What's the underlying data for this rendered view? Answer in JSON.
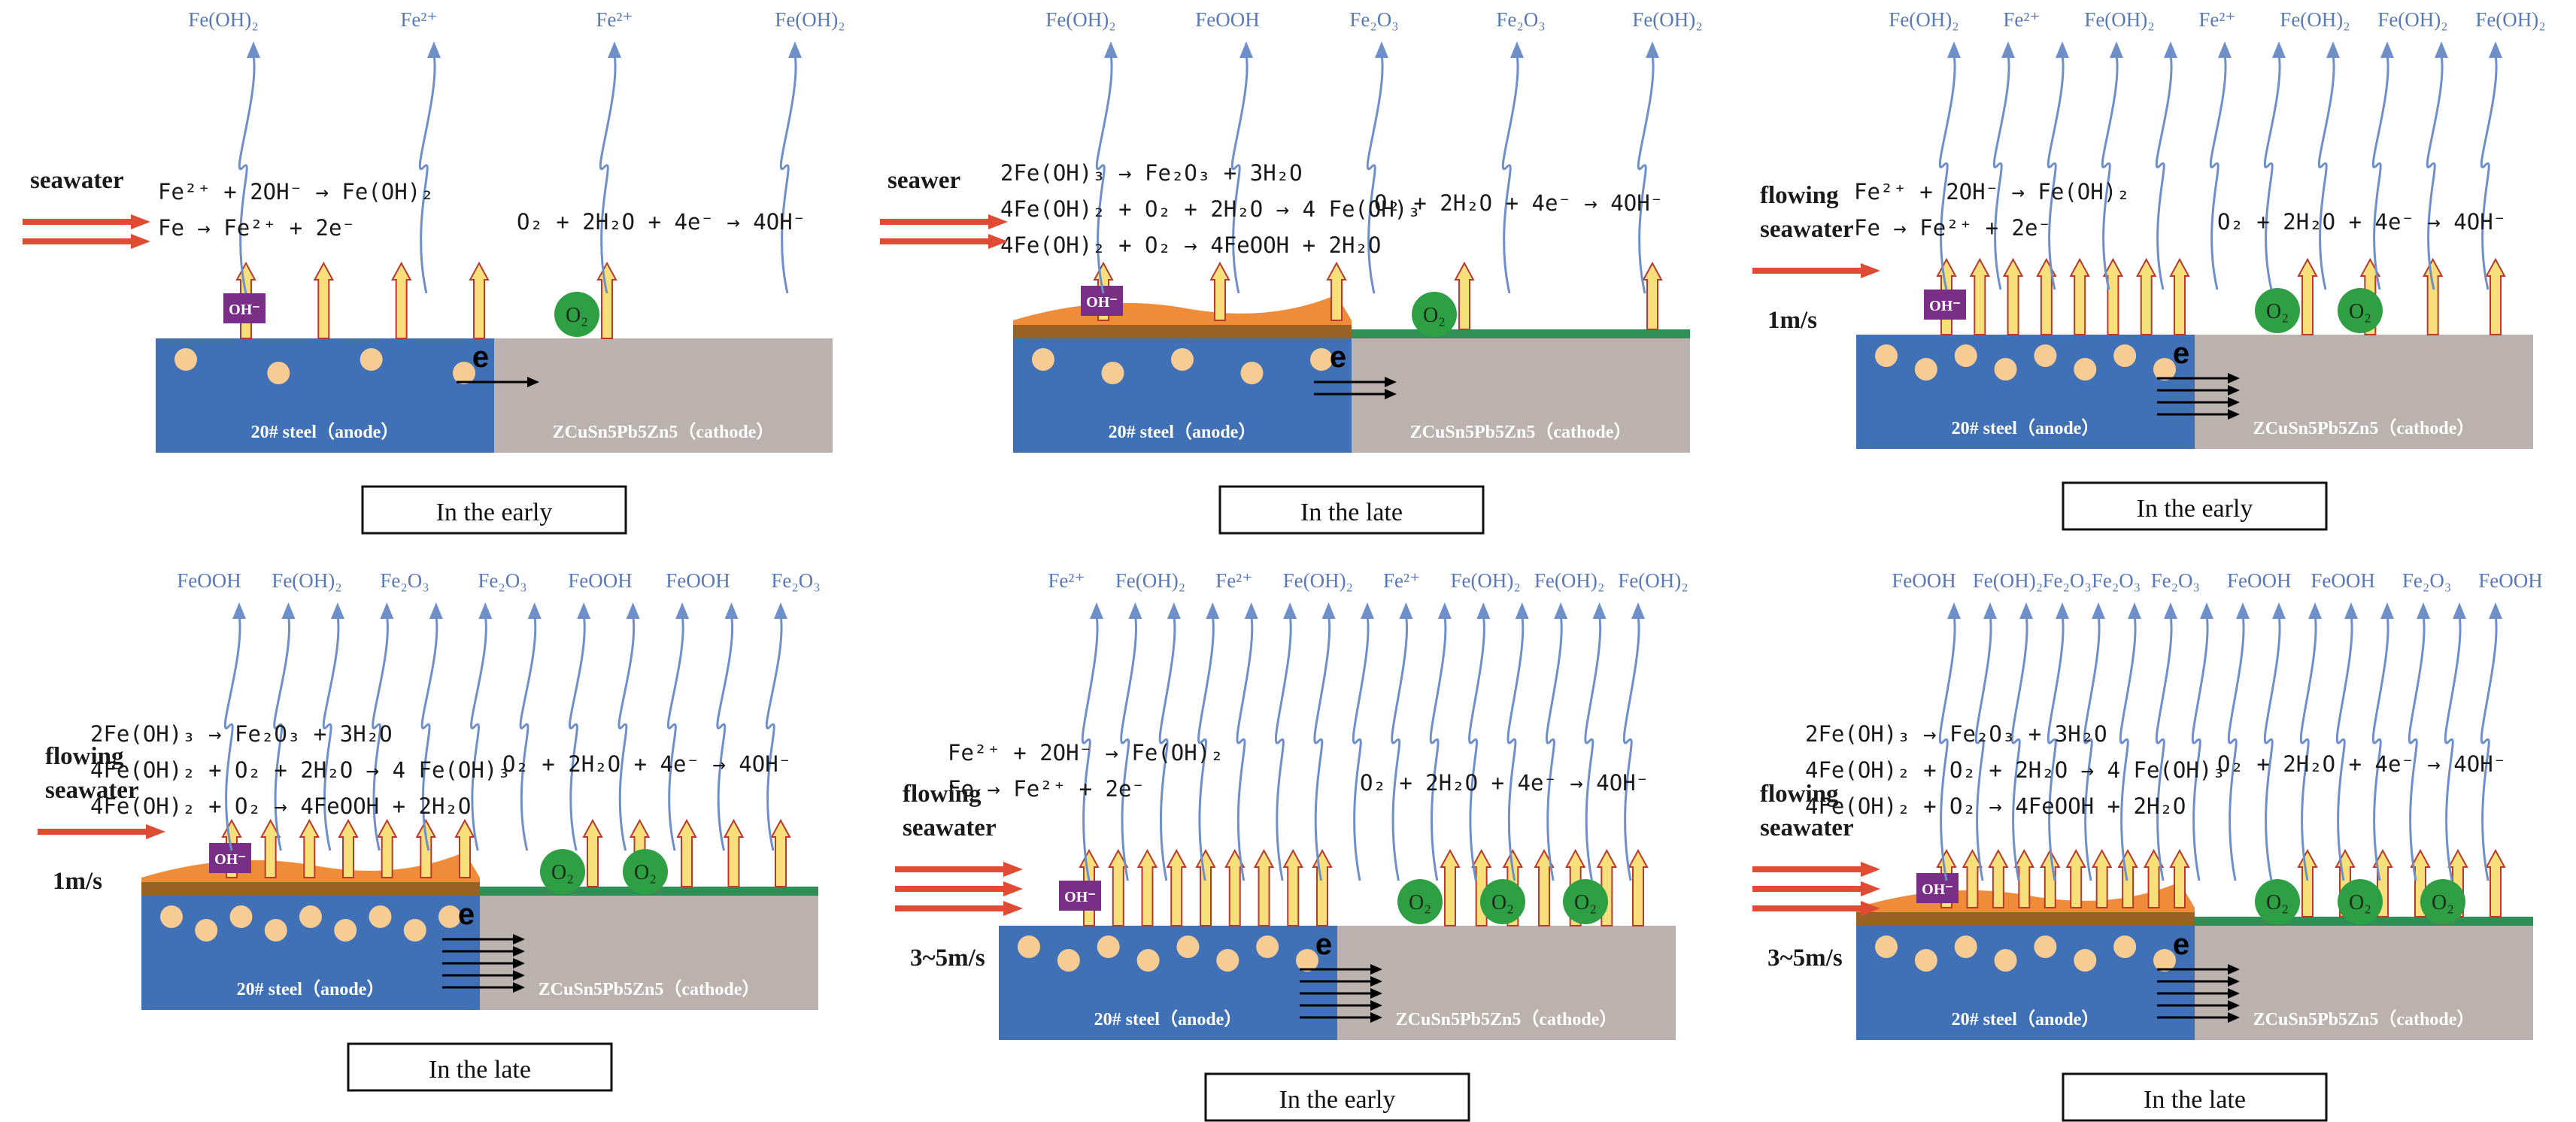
{
  "colors": {
    "anode": "#4070b5",
    "cathode": "#bbb1ae",
    "particle": "#f7cc94",
    "product_arrow": "#6f8fca",
    "up_arrow_fill": "#f7e07a",
    "up_arrow_stroke": "#b8392e",
    "oh_box": "#7a2f86",
    "o2": "#2ea043",
    "rust": "#ee8c3a",
    "rust_dot": "#8a5a22",
    "cathode_film": "#2f8f55",
    "flow_arrow": "#e04c33"
  },
  "common": {
    "anode_label": "20# steel（anode）",
    "cathode_label": "ZCuSn5Pb5Zn5（cathode）",
    "electron": "e",
    "oh": "OH⁻",
    "o2": "O₂"
  },
  "panels": [
    {
      "id": "p1",
      "caption": "In the early",
      "flow": [
        "seawater"
      ],
      "flow_level": 0,
      "flow_marks": 2,
      "film": false,
      "electron_lines": 1,
      "products": [
        "Fe(OH)₂",
        "Fe²⁺",
        "Fe²⁺",
        "Fe(OH)₂"
      ],
      "anode_eq": [
        "Fe²⁺ + 2OH⁻ → Fe(OH)₂",
        "Fe → Fe²⁺ + 2e⁻"
      ],
      "cathode_eq": [
        "O₂ + 2H₂O + 4e⁻ → 4OH⁻"
      ],
      "anode_up": 4,
      "cathode_up": 1,
      "o2_count": 1,
      "particles": 4,
      "product_arrows": 4
    },
    {
      "id": "p2",
      "caption": "In the late",
      "flow": [
        "seawer"
      ],
      "flow_level": 0,
      "flow_marks": 2,
      "film": true,
      "electron_lines": 2,
      "products": [
        "Fe(OH)₂",
        "FeOOH",
        "Fe₂O₃",
        "Fe₂O₃",
        "Fe(OH)₂"
      ],
      "anode_eq": [
        "2Fe(OH)₃ → Fe₂O₃ + 3H₂O",
        "4Fe(OH)₂ + O₂ + 2H₂O → 4 Fe(OH)₃",
        "4Fe(OH)₂ + O₂ → 4FeOOH + 2H₂O"
      ],
      "cathode_eq": [
        "O₂ + 2H₂O + 4e⁻ → 4OH⁻"
      ],
      "anode_up": 3,
      "cathode_up": 2,
      "o2_count": 1,
      "particles": 5,
      "product_arrows": 5
    },
    {
      "id": "p3",
      "caption": "In the early",
      "flow": [
        "flowing",
        "seawater"
      ],
      "flow_level": 1,
      "flow_speed": "1m/s",
      "flow_marks": 1,
      "film": false,
      "electron_lines": 4,
      "products": [
        "Fe(OH)₂",
        "Fe²⁺",
        "Fe(OH)₂",
        "Fe²⁺",
        "Fe(OH)₂",
        "Fe(OH)₂",
        "Fe(OH)₂"
      ],
      "anode_eq": [
        "Fe²⁺ + 2OH⁻ → Fe(OH)₂",
        "Fe → Fe²⁺ + 2e⁻"
      ],
      "cathode_eq": [
        "O₂ + 2H₂O + 4e⁻ → 4OH⁻"
      ],
      "anode_up": 8,
      "cathode_up": 4,
      "o2_count": 2,
      "particles": 8,
      "product_arrows": 11
    },
    {
      "id": "p4",
      "caption": "In the late",
      "flow": [
        "flowing",
        "seawater"
      ],
      "flow_level": 1,
      "flow_speed": "1m/s",
      "flow_marks": 1,
      "film": true,
      "electron_lines": 5,
      "products": [
        "FeOOH",
        "Fe(OH)₂",
        "Fe₂O₃",
        "Fe₂O₃",
        "FeOOH",
        "FeOOH",
        "Fe₂O₃"
      ],
      "anode_eq": [
        "2Fe(OH)₃ → Fe₂O₃ + 3H₂O",
        "4Fe(OH)₂ + O₂ + 2H₂O → 4 Fe(OH)₃",
        "4Fe(OH)₂ + O₂ → 4FeOOH + 2H₂O"
      ],
      "cathode_eq": [
        "O₂ + 2H₂O + 4e⁻ → 4OH⁻"
      ],
      "anode_up": 7,
      "cathode_up": 5,
      "o2_count": 2,
      "particles": 9,
      "product_arrows": 12
    },
    {
      "id": "p5",
      "caption": "In the early",
      "flow": [
        "flowing",
        "seawater"
      ],
      "flow_level": 2,
      "flow_speed": "3~5m/s",
      "flow_marks": 3,
      "film": false,
      "electron_lines": 5,
      "products": [
        "Fe²⁺",
        "Fe(OH)₂",
        "Fe²⁺",
        "Fe(OH)₂",
        "Fe²⁺",
        "Fe(OH)₂",
        "Fe(OH)₂",
        "Fe(OH)₂"
      ],
      "anode_eq": [
        "Fe²⁺ + 2OH⁻ → Fe(OH)₂",
        "Fe → Fe²⁺ + 2e⁻"
      ],
      "cathode_eq": [
        "O₂ + 2H₂O + 4e⁻ → 4OH⁻"
      ],
      "anode_up": 9,
      "cathode_up": 7,
      "o2_count": 3,
      "particles": 8,
      "product_arrows": 15
    },
    {
      "id": "p6",
      "caption": "In the late",
      "flow": [
        "flowing",
        "seawater"
      ],
      "flow_level": 2,
      "flow_speed": "3~5m/s",
      "flow_marks": 3,
      "film": true,
      "electron_lines": 5,
      "products": [
        "FeOOH",
        "Fe(OH)₂",
        "Fe₂O₃Fe₂O₃",
        "Fe₂O₃",
        "FeOOH",
        "FeOOH",
        "Fe₂O₃",
        "FeOOH"
      ],
      "anode_eq": [
        "2Fe(OH)₃ → Fe₂O₃ + 3H₂O",
        "4Fe(OH)₂ + O₂ + 2H₂O → 4 Fe(OH)₃",
        "4Fe(OH)₂ + O₂ → 4FeOOH + 2H₂O"
      ],
      "cathode_eq": [
        "O₂ + 2H₂O + 4e⁻ → 4OH⁻"
      ],
      "anode_up": 10,
      "cathode_up": 6,
      "o2_count": 3,
      "particles": 8,
      "product_arrows": 16
    }
  ]
}
